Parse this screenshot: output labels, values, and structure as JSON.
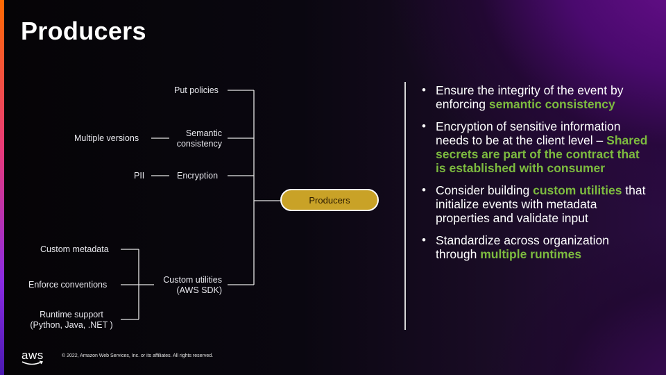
{
  "slide": {
    "title": "Producers"
  },
  "diagram": {
    "center_node": "Producers",
    "items": [
      {
        "label": "Put policies",
        "sub": ""
      },
      {
        "label": "Semantic\nconsistency",
        "sub": "Multiple versions"
      },
      {
        "label": "Encryption",
        "sub": "PII"
      },
      {
        "label": "Custom utilities\n(AWS SDK)",
        "subs": [
          "Custom metadata",
          "Enforce conventions",
          "Runtime support\n(Python, Java, .NET )"
        ]
      }
    ],
    "labels": {
      "put_policies": "Put policies",
      "semantic_consistency": "Semantic\nconsistency",
      "multiple_versions": "Multiple versions",
      "pii": "PII",
      "encryption": "Encryption",
      "custom_metadata": "Custom metadata",
      "enforce_conventions": "Enforce conventions",
      "runtime_support": "Runtime support\n(Python, Java, .NET )",
      "custom_utilities": "Custom utilities\n(AWS SDK)"
    }
  },
  "bullets": [
    {
      "parts": [
        {
          "t": "Ensure the integrity of the event by enforcing ",
          "hl": false
        },
        {
          "t": "semantic consistency",
          "hl": true
        }
      ]
    },
    {
      "parts": [
        {
          "t": "Encryption of sensitive information needs to be at the client level – ",
          "hl": false
        },
        {
          "t": "Shared secrets are part of the contract that is established with consumer",
          "hl": true
        }
      ]
    },
    {
      "parts": [
        {
          "t": "Consider building ",
          "hl": false
        },
        {
          "t": "custom utilities",
          "hl": true
        },
        {
          "t": " that initialize events with metadata properties and validate input",
          "hl": false
        }
      ]
    },
    {
      "parts": [
        {
          "t": "Standardize across organization through ",
          "hl": false
        },
        {
          "t": "multiple runtimes",
          "hl": true
        }
      ]
    }
  ],
  "footer": {
    "logo_text": "aws",
    "copyright": "© 2022, Amazon Web Services, Inc. or its affiliates. All rights reserved."
  },
  "colors": {
    "highlight": "#7dbb3f",
    "node_fill": "#c9a227"
  }
}
